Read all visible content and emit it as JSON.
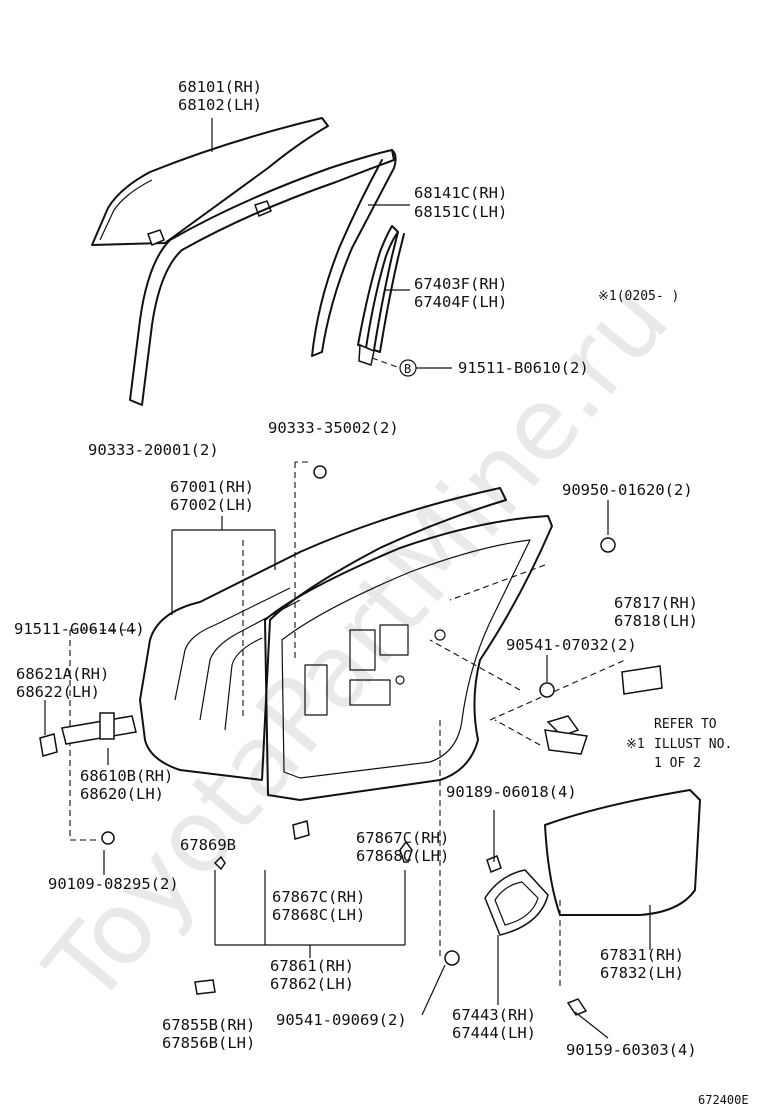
{
  "watermark": "ToyotaPartMine.ru",
  "labels": {
    "glass_rh": "68101(RH)",
    "glass_lh": "68102(LH)",
    "run_rh": "68141C(RH)",
    "run_lh": "68151C(LH)",
    "frame_rh": "67403F(RH)",
    "frame_lh": "67404F(LH)",
    "note_date": "※1(0205-    )",
    "bolt_b": "91511-B0610(2)",
    "circle_b": "B",
    "clip_20001": "90333-20001(2)",
    "clip_35002": "90333-35002(2)",
    "door_rh": "67001(RH)",
    "door_lh": "67002(LH)",
    "plug_01620": "90950-01620(2)",
    "bolt_g0614": "91511-G0614(4)",
    "cover_rh": "67817(RH)",
    "cover_lh": "67818(LH)",
    "clip_07032": "90541-07032(2)",
    "stopper_rh": "68621A(RH)",
    "stopper_lh": "68622(LH)",
    "refer_1": "REFER TO",
    "refer_2": "ILLUST NO.",
    "refer_3": "1 OF 2",
    "refer_mark": "※1",
    "check_rh": "68610B(RH)",
    "check_lh": "68620(LH)",
    "nut_06018": "90189-06018(4)",
    "part_67869b": "67869B",
    "clip_c_rh": "67867C(RH)",
    "clip_c_lh": "67868C(LH)",
    "bolt_08295": "90109-08295(2)",
    "clip_c2_rh": "67867C(RH)",
    "clip_c2_lh": "67868C(LH)",
    "hole_rh": "67831(RH)",
    "hole_lh": "67832(LH)",
    "weather_rh": "67861(RH)",
    "weather_lh": "67862(LH)",
    "insert_rh": "67443(RH)",
    "insert_lh": "67444(LH)",
    "pad_rh": "67855B(RH)",
    "pad_lh": "67856B(LH)",
    "clip_09069": "90541-09069(2)",
    "screw_60303": "90159-60303(4)",
    "illus_code": "672400E"
  }
}
